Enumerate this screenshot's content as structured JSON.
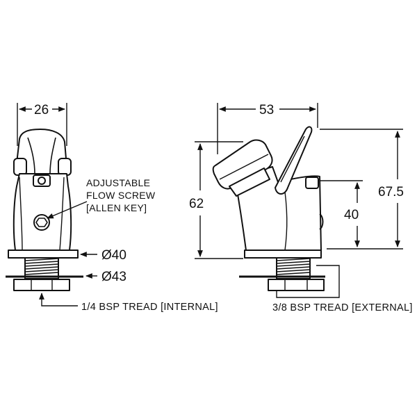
{
  "dimensions": {
    "width_left": "26",
    "width_right": "53",
    "height_62": "62",
    "height_67_5": "67.5",
    "height_40": "40",
    "dia_40": "Ø40",
    "dia_43": "Ø43"
  },
  "notes": {
    "flow_screw_line1": "ADJUSTABLE",
    "flow_screw_line2": "FLOW SCREW",
    "flow_screw_line3": "[ALLEN KEY]",
    "thread_internal": "1/4 BSP TREAD [INTERNAL]",
    "thread_external": "3/8 BSP TREAD [EXTERNAL]"
  },
  "colors": {
    "line": "#111111",
    "fill": "#ffffff"
  }
}
